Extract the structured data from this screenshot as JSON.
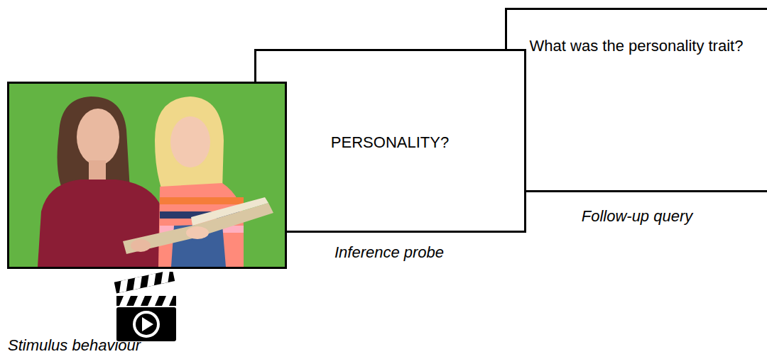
{
  "diagram": {
    "nodes": [
      {
        "text": [
          "Stimulus behaviour"
        ]
      },
      {
        "text": [
          "PERSONALITY?",
          "Inference probe"
        ]
      },
      {
        "text": [
          "What was the personality trait?",
          "Follow-up query"
        ]
      }
    ]
  }
}
